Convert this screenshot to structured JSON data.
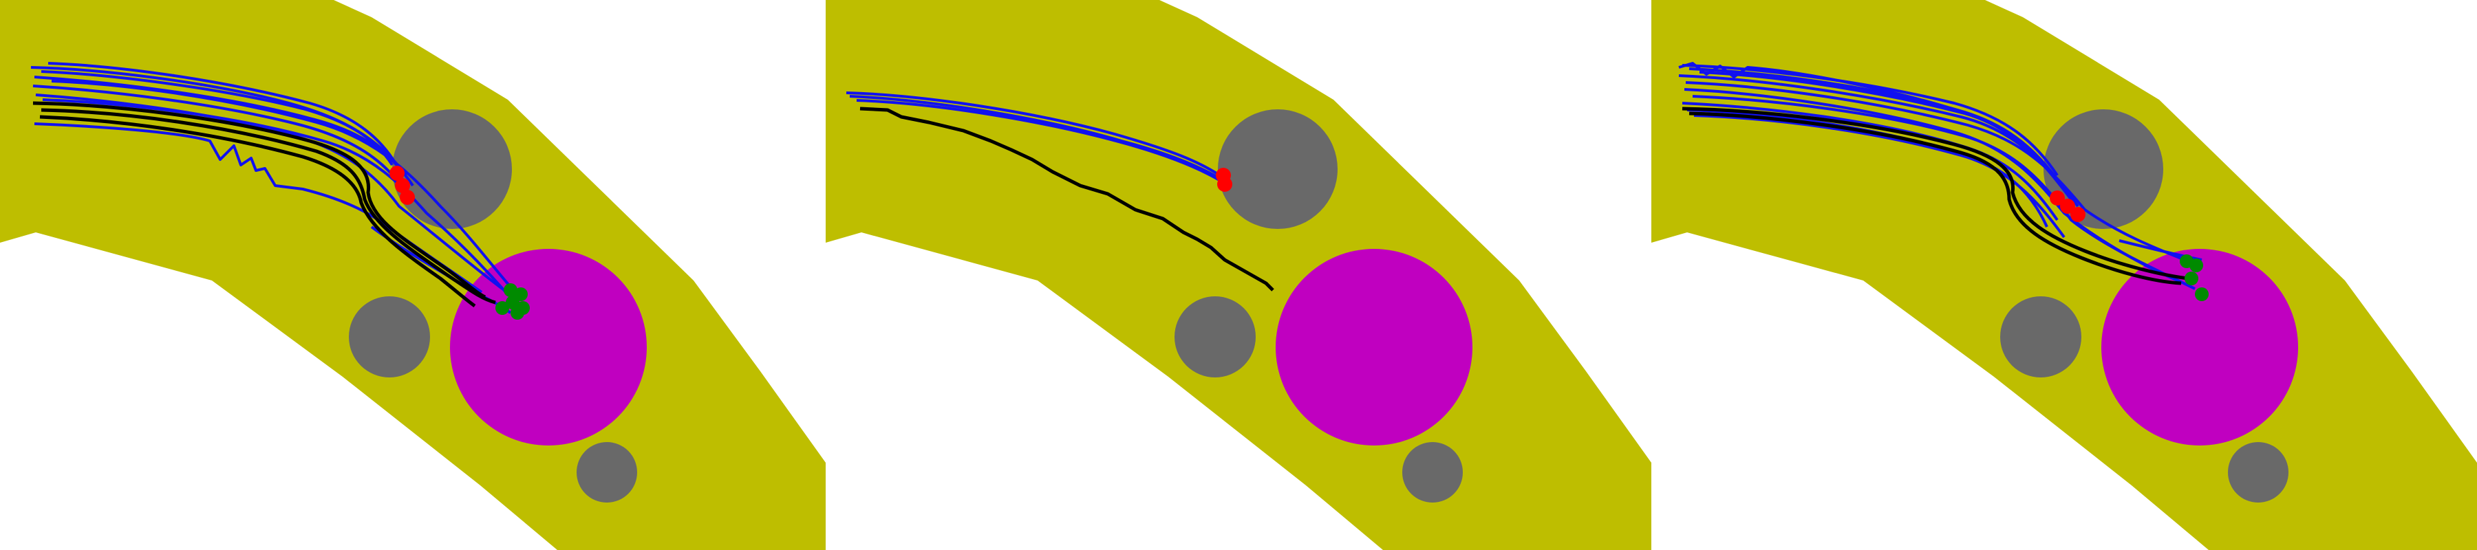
{
  "figure": {
    "panels": [
      {
        "name": "panel-left",
        "trajectories": {
          "blue_count": 10,
          "black_count": 3
        },
        "red_markers": 3,
        "green_markers": 6
      },
      {
        "name": "panel-middle",
        "trajectories": {
          "blue_count": 3,
          "black_count": 1
        },
        "red_markers": 2,
        "green_markers": 0
      },
      {
        "name": "panel-right",
        "trajectories": {
          "blue_count": 12,
          "black_count": 2
        },
        "red_markers": 3,
        "green_markers": 4
      }
    ]
  },
  "colors": {
    "background": "#ffffff",
    "road": "#bebe00",
    "obstacle": "#696969",
    "target": "#c000c0",
    "blue_path": "#1010f0",
    "black_path": "#000000",
    "red_marker": "#ff0000",
    "green_marker": "#008a00"
  }
}
